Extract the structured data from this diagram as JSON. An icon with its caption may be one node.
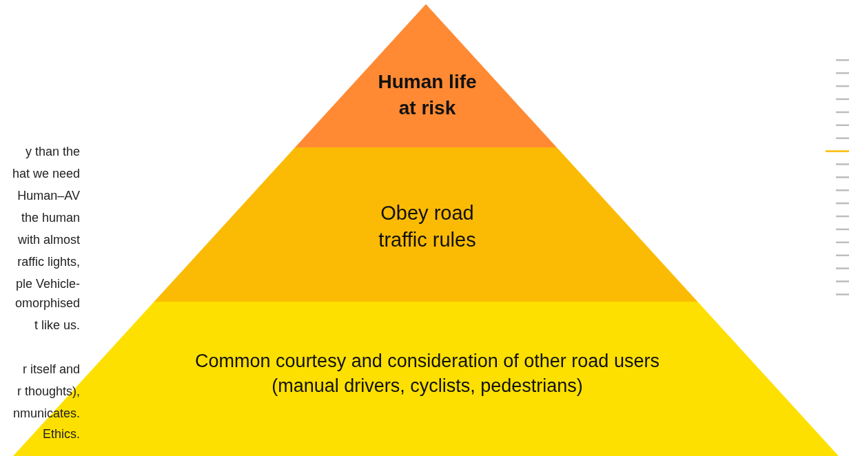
{
  "diagram": {
    "nodes": [
      {
        "text": [
          "Human life at risk"
        ]
      },
      {
        "text": [
          "Obey road traffic rules"
        ]
      },
      {
        "text": [
          "Common courtesy and consideration of other road users (manual drivers, cyclists, pedestrians)"
        ]
      }
    ],
    "labels": [
      "y than the",
      "hat we need",
      "Human–AV",
      "the human",
      "with almost",
      "raffic lights,",
      "ple Vehicle-",
      "omorphised",
      "t like us.",
      "r itself and",
      "r thoughts),",
      "nmunicates.",
      "Ethics."
    ]
  }
}
